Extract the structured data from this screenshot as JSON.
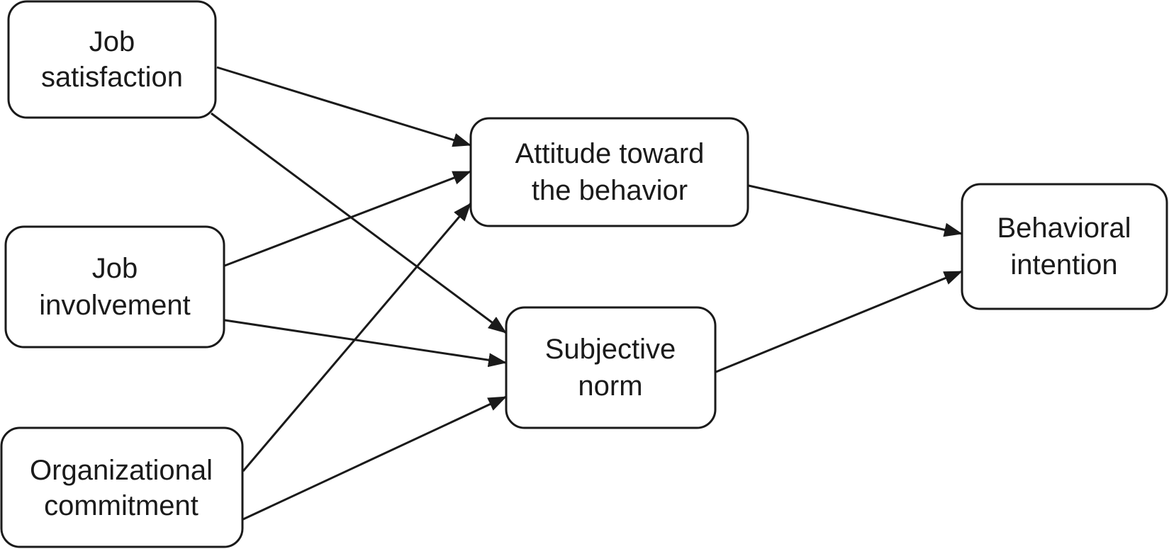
{
  "nodes": {
    "job_satisfaction": {
      "lines": [
        "Job",
        "satisfaction"
      ]
    },
    "job_involvement": {
      "lines": [
        "Job",
        "involvement"
      ]
    },
    "organizational_commitment": {
      "lines": [
        "Organizational",
        "commitment"
      ]
    },
    "attitude": {
      "lines": [
        "Attitude toward",
        "the behavior"
      ]
    },
    "subjective_norm": {
      "lines": [
        "Subjective",
        "norm"
      ]
    },
    "behavioral_intention": {
      "lines": [
        "Behavioral",
        "intention"
      ]
    }
  },
  "edges": [
    {
      "from": "job_satisfaction",
      "to": "attitude"
    },
    {
      "from": "job_satisfaction",
      "to": "subjective_norm"
    },
    {
      "from": "job_involvement",
      "to": "attitude"
    },
    {
      "from": "job_involvement",
      "to": "subjective_norm"
    },
    {
      "from": "organizational_commitment",
      "to": "attitude"
    },
    {
      "from": "organizational_commitment",
      "to": "subjective_norm"
    },
    {
      "from": "attitude",
      "to": "behavioral_intention"
    },
    {
      "from": "subjective_norm",
      "to": "behavioral_intention"
    }
  ]
}
